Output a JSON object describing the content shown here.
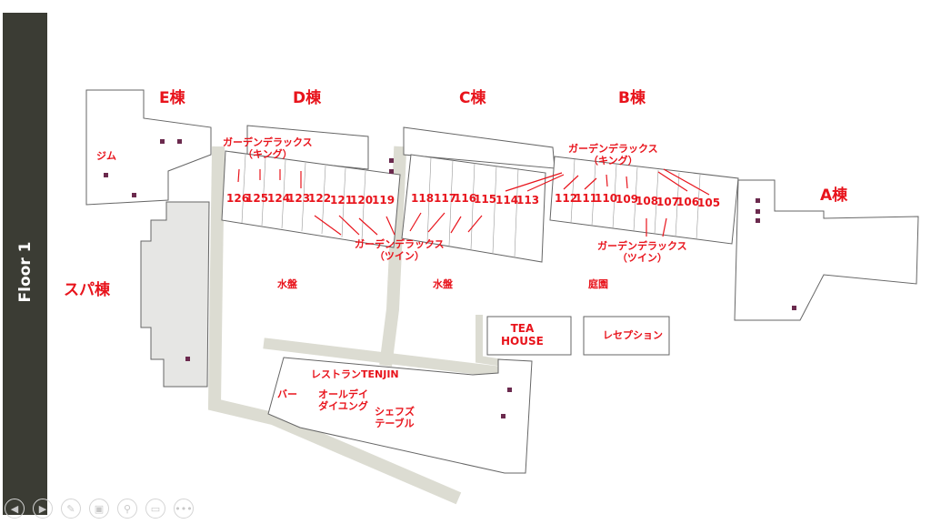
{
  "sidebar": {
    "title": "Floor 1"
  },
  "wings": {
    "e": "E棟",
    "d": "D棟",
    "c": "C棟",
    "b": "B棟",
    "a": "A棟",
    "spa": "スパ棟"
  },
  "areas": {
    "gym": "ジム",
    "water1": "水盤",
    "water2": "水盤",
    "garden": "庭園",
    "tea_house_1": "TEA",
    "tea_house_2": "HOUSE",
    "reception": "レセプション",
    "restaurant": "レストランTENJIN",
    "bar": "バー",
    "allday_1": "オールデイ",
    "allday_2": "ダイユング",
    "chefs_1": "シェフズ",
    "chefs_2": "テーブル"
  },
  "room_types": {
    "king_d_1": "ガーデンデラックス",
    "king_d_2": "（キング）",
    "twin_dc_1": "ガーデンデラックス",
    "twin_dc_2": "（ツイン）",
    "king_b_1": "ガーデンデラックス",
    "king_b_2": "（キング）",
    "twin_b_1": "ガーデンデラックス",
    "twin_b_2": "（ツイン）"
  },
  "rooms": [
    "126",
    "125",
    "124",
    "123",
    "122",
    "121",
    "120",
    "119",
    "118",
    "117",
    "116",
    "115",
    "114",
    "113",
    "112",
    "111",
    "110",
    "109",
    "108",
    "107",
    "106",
    "105"
  ],
  "controls": [
    "previous",
    "next",
    "pen",
    "slides",
    "zoom",
    "display",
    "more"
  ],
  "colors": {
    "label": "#e8141c",
    "sidebar": "#3b3c34",
    "path": "#dcdcd2"
  }
}
